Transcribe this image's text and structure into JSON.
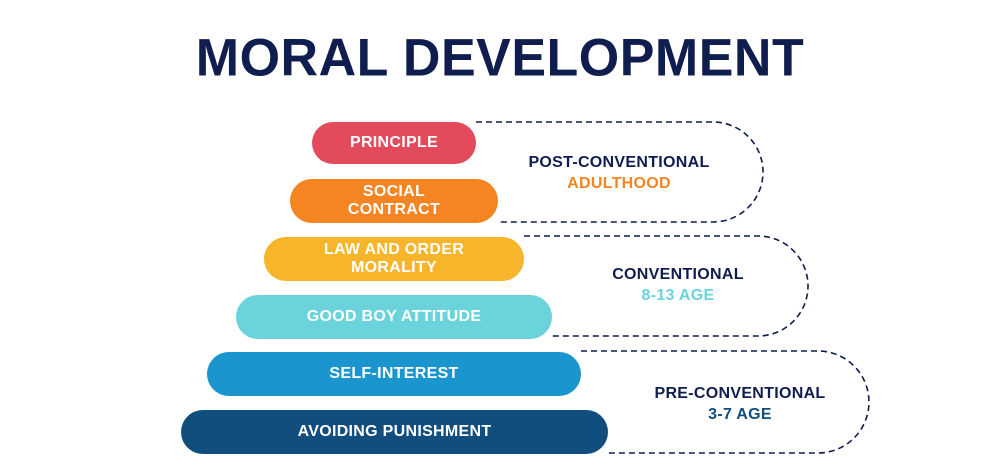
{
  "title": "MORAL DEVELOPMENT",
  "levels": [
    {
      "label": "PRINCIPLE",
      "color": "#e34a5c"
    },
    {
      "label": "SOCIAL\nCONTRACT",
      "color": "#f58422"
    },
    {
      "label": "LAW AND ORDER\nMORALITY",
      "color": "#f6b52b"
    },
    {
      "label": "GOOD BOY ATTITUDE",
      "color": "#6ad3dc"
    },
    {
      "label": "SELF-INTEREST",
      "color": "#1b95cd"
    },
    {
      "label": "AVOIDING PUNISHMENT",
      "color": "#114e7e"
    }
  ],
  "stages": [
    {
      "name": "POST-CONVENTIONAL",
      "age": "ADULTHOOD",
      "age_color": "#f58422"
    },
    {
      "name": "CONVENTIONAL",
      "age": "8-13 AGE",
      "age_color": "#6ad3dc"
    },
    {
      "name": "PRE-CONVENTIONAL",
      "age": "3-7 AGE",
      "age_color": "#114e7e"
    }
  ],
  "bracket_color": "#0f1d4f"
}
